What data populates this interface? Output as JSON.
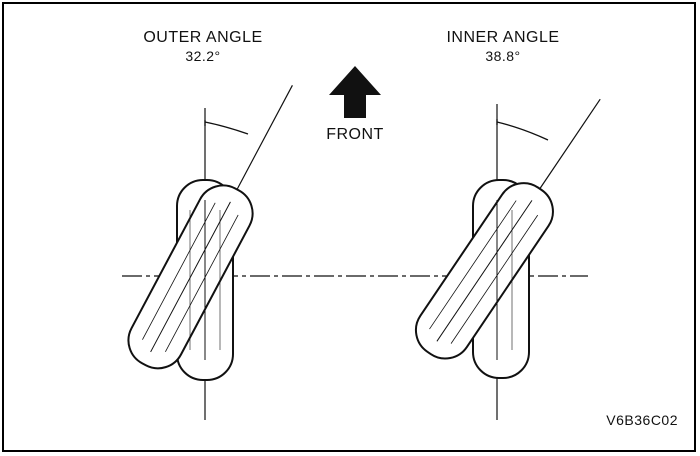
{
  "outer": {
    "title": "OUTER ANGLE",
    "value": "32.2°"
  },
  "inner": {
    "title": "INNER ANGLE",
    "value": "38.8°"
  },
  "front_label": "FRONT",
  "figure_code": "V6B36C02",
  "colors": {
    "line": "#111111",
    "background": "#ffffff"
  }
}
